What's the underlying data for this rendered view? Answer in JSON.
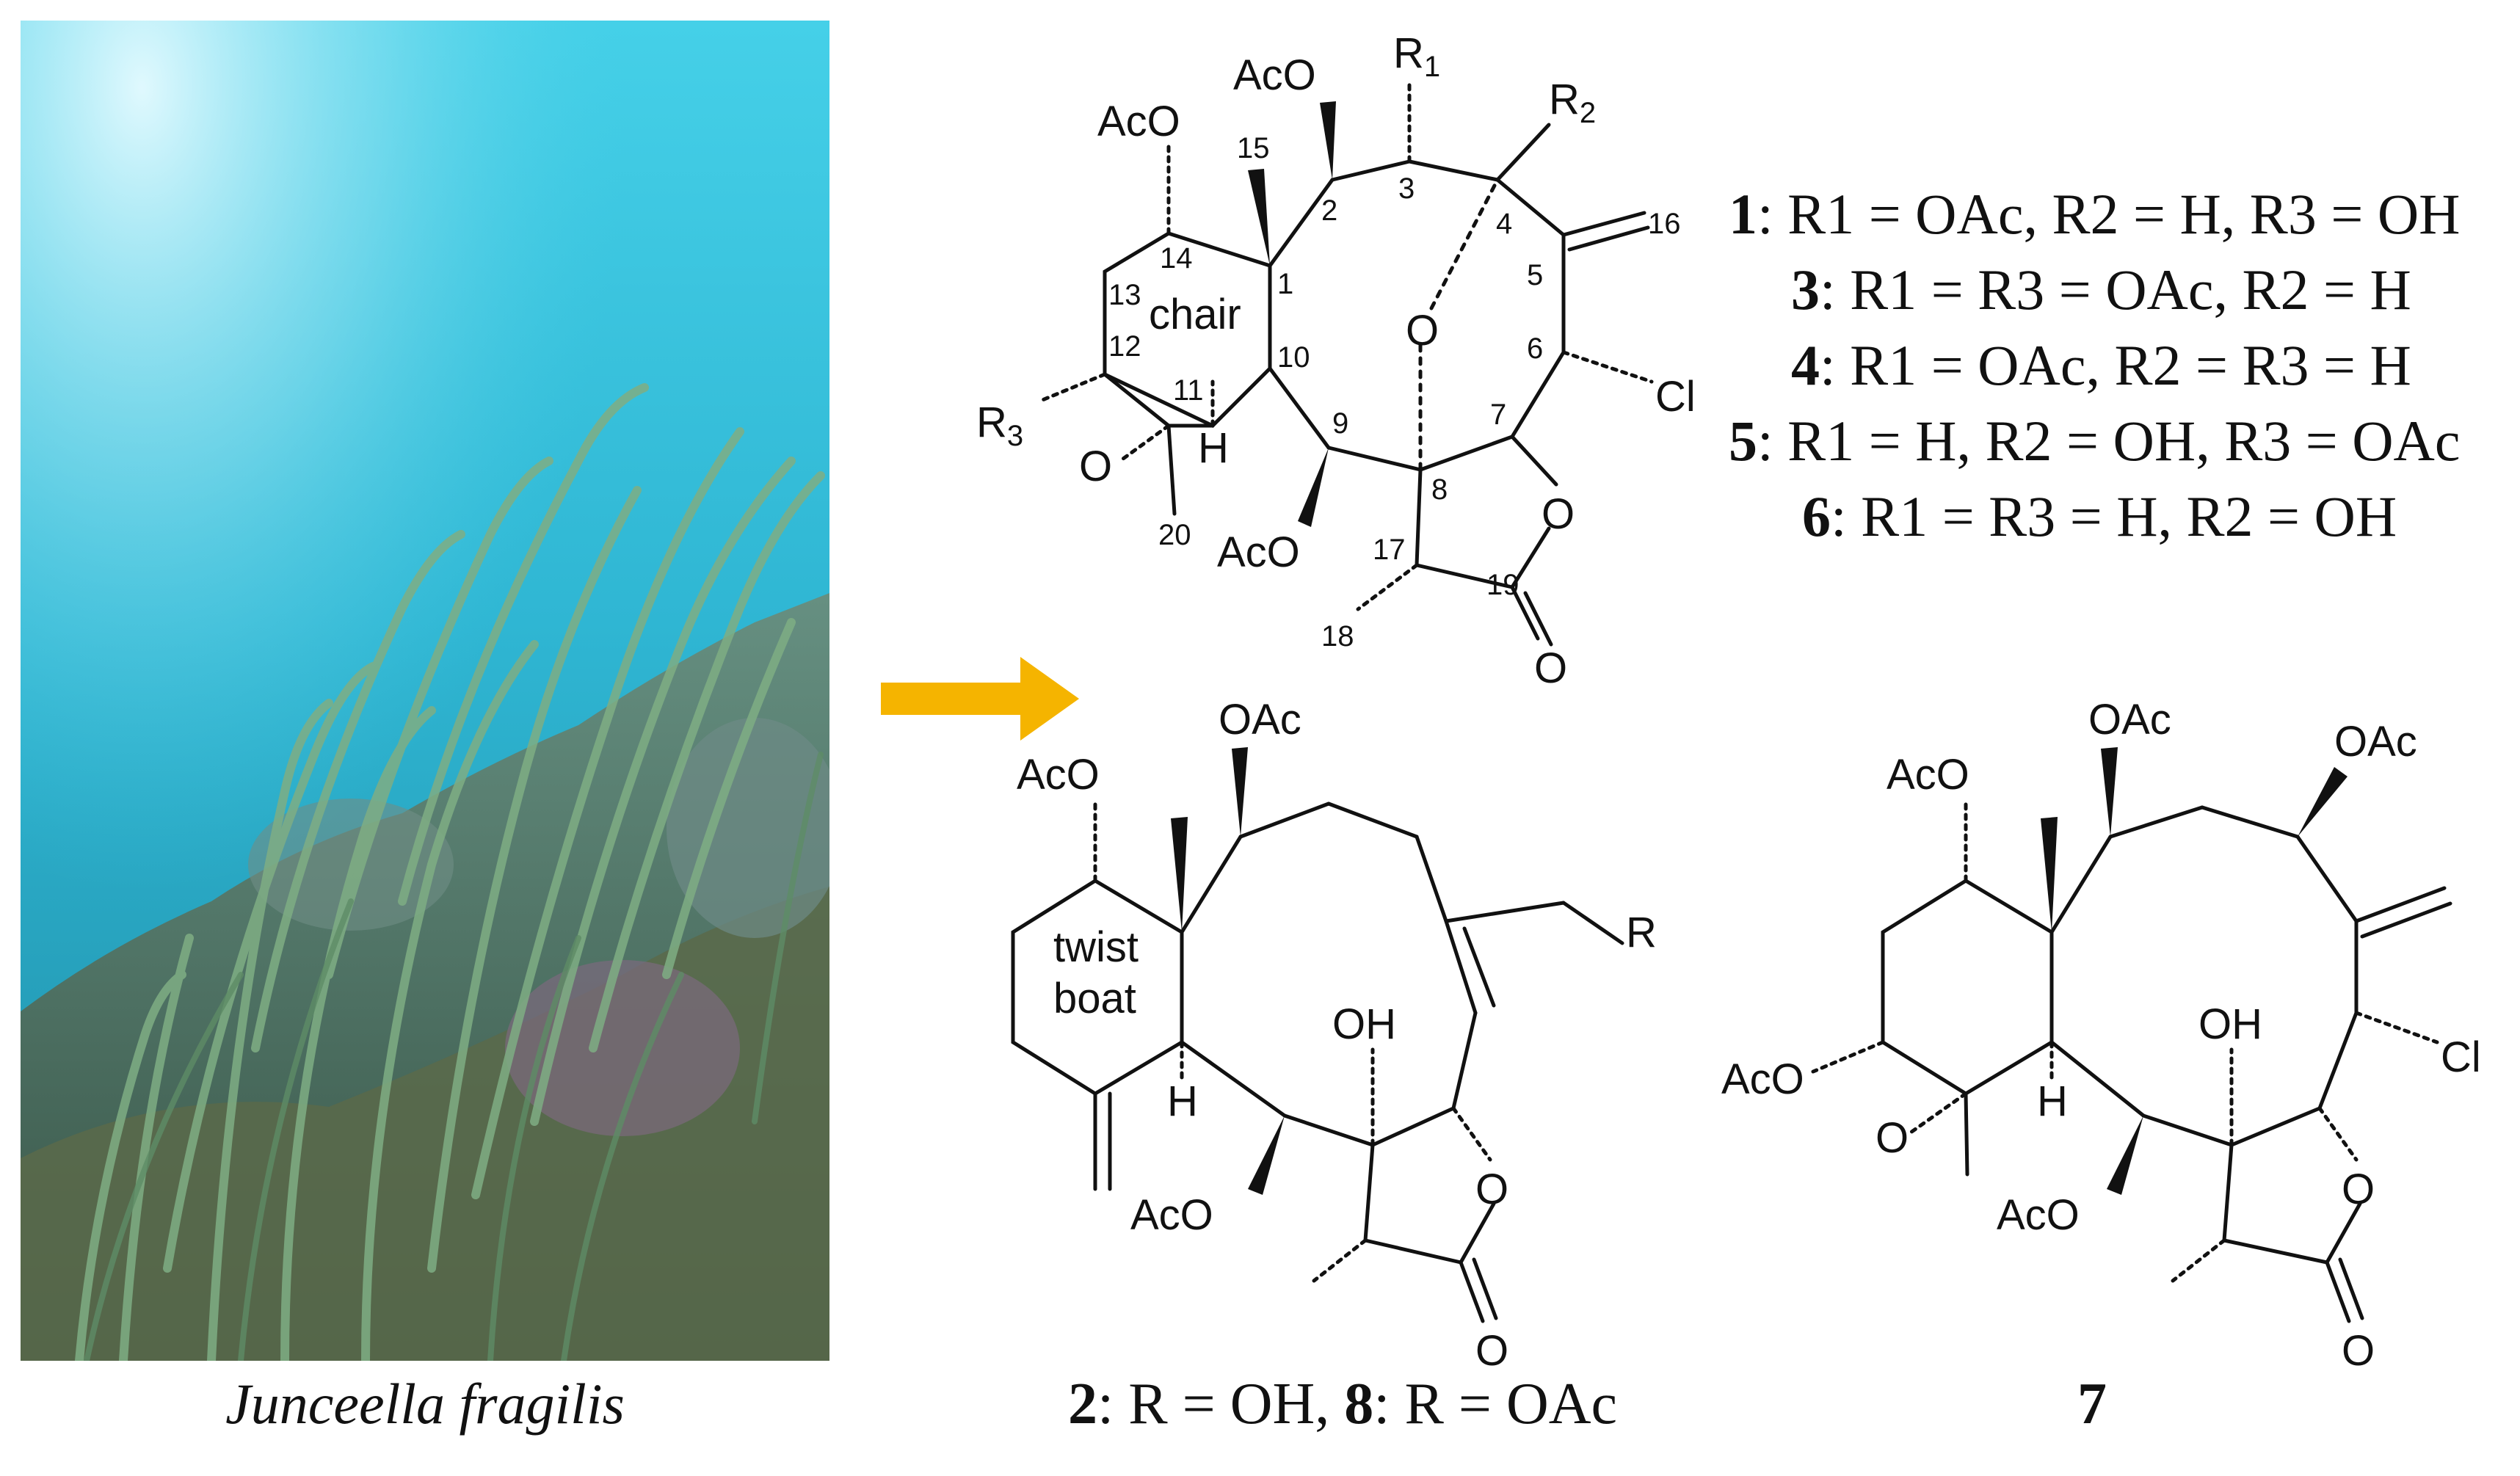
{
  "photo": {
    "caption": "Junceella fragilis"
  },
  "legend": {
    "lines": [
      {
        "id": "1",
        "text": ": R1 = OAc, R2 = H, R3 = OH"
      },
      {
        "id": "3",
        "text": ": R1 = R3 = OAc, R2 = H"
      },
      {
        "id": "4",
        "text": ": R1 = OAc, R2 = R3 = H"
      },
      {
        "id": "5",
        "text": ": R1 = H, R2 = OH, R3 = OAc"
      },
      {
        "id": "6",
        "text": ": R1 = R3 = H, R2 = OH"
      }
    ]
  },
  "captions": {
    "compound_2_8": {
      "id_a": "2",
      "text_a": ": R = OH, ",
      "id_b": "8",
      "text_b": ": R = OAc"
    },
    "compound_7": {
      "id": "7"
    }
  },
  "structure_top": {
    "labels": {
      "aco_2": "AcO",
      "aco_14": "AcO",
      "aco_9": "AcO",
      "r1": "R",
      "r1_sub": "1",
      "r2": "R",
      "r2_sub": "2",
      "r3": "R",
      "r3_sub": "3",
      "o_bridge": "O",
      "o_epoxide": "O",
      "o_lactone": "O",
      "o_carbonyl": "O",
      "h_10": "H",
      "cl": "Cl",
      "ring_conf": "chair"
    },
    "numbers": [
      "1",
      "2",
      "3",
      "4",
      "5",
      "6",
      "7",
      "8",
      "9",
      "10",
      "11",
      "12",
      "13",
      "14",
      "15",
      "16",
      "17",
      "18",
      "19",
      "20"
    ]
  },
  "structure_bl": {
    "labels": {
      "oac_top": "OAc",
      "aco_left": "AcO",
      "aco_bottom": "AcO",
      "oh": "OH",
      "r": "R",
      "h": "H",
      "o_lactone": "O",
      "o_carbonyl": "O",
      "ring_conf_1": "twist",
      "ring_conf_2": "boat"
    }
  },
  "structure_br": {
    "labels": {
      "oac_top": "OAc",
      "oac_right": "OAc",
      "aco_left": "AcO",
      "aco_side": "AcO",
      "aco_bottom": "AcO",
      "oh": "OH",
      "cl": "Cl",
      "h": "H",
      "o_epoxide": "O",
      "o_lactone": "O",
      "o_carbonyl": "O"
    }
  },
  "colors": {
    "arrow": "#F5B400",
    "water": "#3CC6E0",
    "reef": "#4E6E58"
  }
}
